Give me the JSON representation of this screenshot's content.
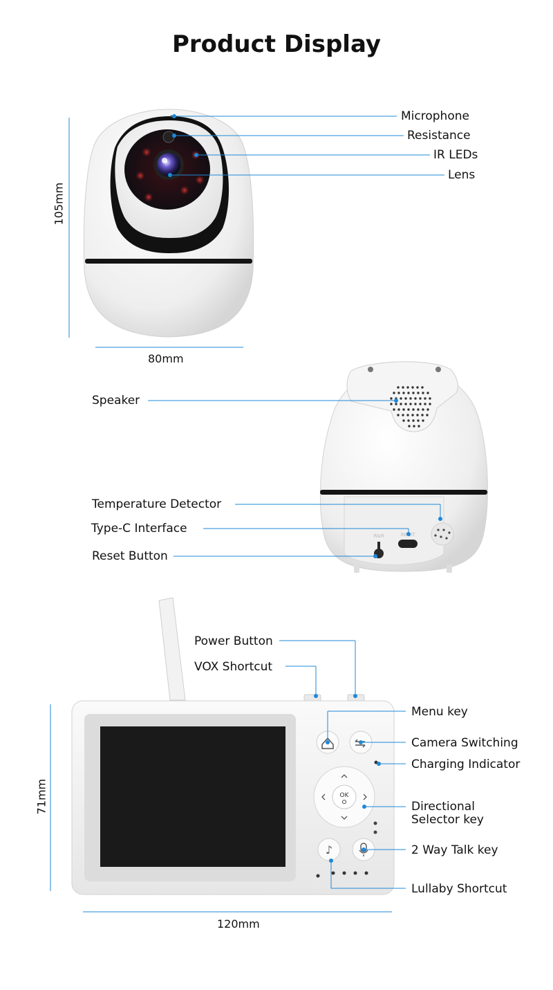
{
  "title": "Product Display",
  "camera_front": {
    "labels": {
      "microphone": "Microphone",
      "resistance": "Resistance",
      "ir_leds": "IR LEDs",
      "lens": "Lens"
    },
    "height": "105mm",
    "width": "80mm"
  },
  "camera_back": {
    "labels": {
      "speaker": "Speaker",
      "temperature_detector": "Temperature Detector",
      "type_c": "Type-C Interface",
      "reset_button": "Reset Button"
    },
    "port_text": {
      "pair": "PAIR",
      "input": "INPUT"
    }
  },
  "monitor": {
    "labels": {
      "power_button": "Power Button",
      "vox_shortcut": "VOX Shortcut",
      "menu_key": "Menu key",
      "camera_switching": "Camera Switching",
      "charging_indicator": "Charging Indicator",
      "directional_line1": "Directional",
      "directional_line2": "Selector key",
      "talk_key": "2 Way Talk key",
      "lullaby_shortcut": "Lullaby Shortcut"
    },
    "ok_text": "OK",
    "height": "71mm",
    "width": "120mm"
  },
  "colors": {
    "accent": "#1e88d8",
    "device_body": "#f4f4f4",
    "screen": "#1a1a1a"
  }
}
